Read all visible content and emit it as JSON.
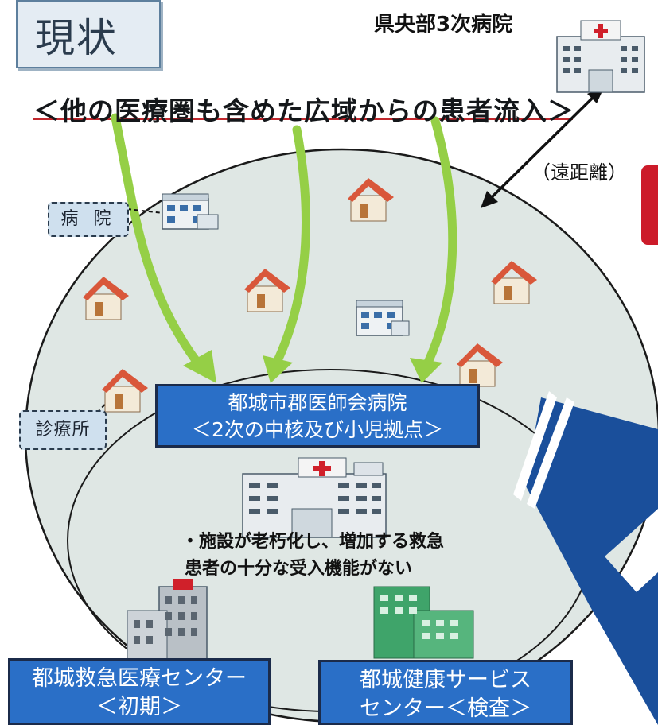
{
  "title": "現状",
  "tertiary_hospital_label": "県央部3次病院",
  "headline": "＜他の医療圏も含めた広域からの患者流入＞",
  "distance_label": "（遠距離）",
  "tags": {
    "hospital": "病 院",
    "clinic": "診療所"
  },
  "main_hospital": {
    "line1": "都城市郡医師会病院",
    "line2": "＜2次の中核及び小児拠点＞"
  },
  "note": {
    "line1": "・施設が老朽化し、増加する救急",
    "line2": "患者の十分な受入機能がない"
  },
  "emergency_center": {
    "line1": "都城救急医療センター",
    "line2": "＜初期＞"
  },
  "health_center": {
    "line1": "都城健康サービス",
    "line2": "センター＜検査＞"
  },
  "colors": {
    "region_fill": "#dfe7e4",
    "arrow_green": "#95cf46",
    "box_blue": "#2a6fc7",
    "roof_red": "#d9573a",
    "headline_underline": "#c0272d",
    "side_arrow_blue": "#1a4f9b"
  },
  "icons": [
    "hospital-building-icon",
    "house-icon",
    "small-building-icon",
    "green-arrow-icon",
    "double-arrow-icon"
  ]
}
